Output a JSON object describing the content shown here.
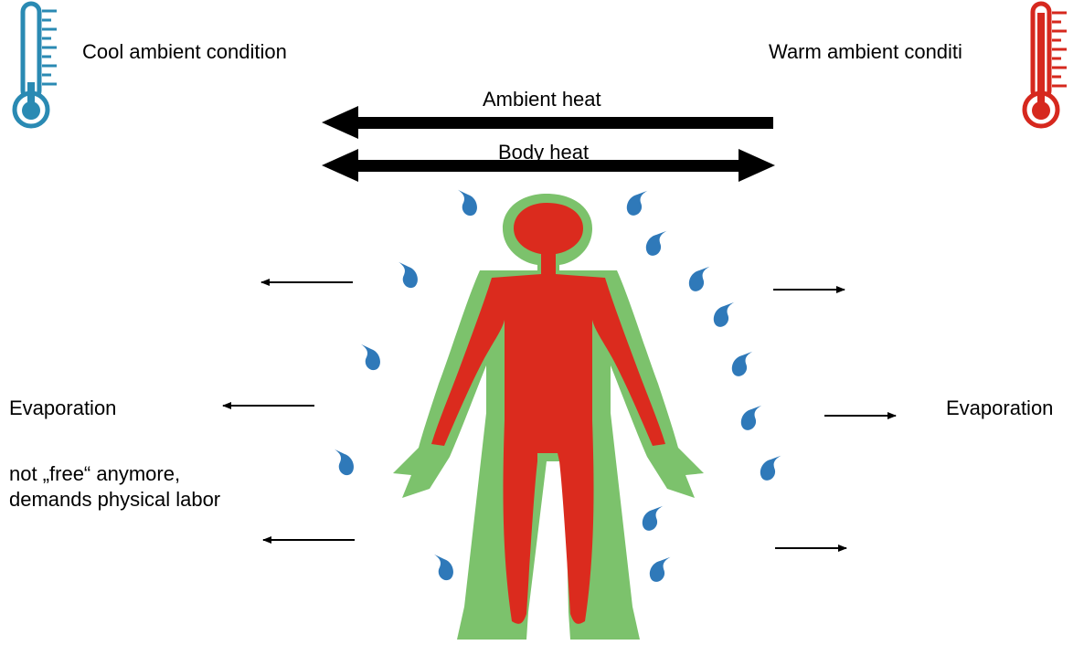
{
  "labels": {
    "cool_ambient": "Cool ambient condition",
    "warm_ambient": "Warm ambient conditi",
    "ambient_heat": "Ambient heat",
    "body_heat": "Body heat",
    "evaporation_left": "Evaporation",
    "evaporation_right": "Evaporation",
    "evaporation_note": "not „free“ anymore, demands physical labor"
  },
  "icons": {
    "cool_thermometer": "thermometer-icon",
    "warm_thermometer": "thermometer-icon",
    "droplet": "sweat-drop-icon",
    "body": "human-body-icon"
  },
  "colors": {
    "cool": "#2a8ab3",
    "warm": "#d6281e",
    "body_outline": "#7cc26c",
    "body_core": "#db2b1e",
    "drop": "#2f79b9",
    "arrow": "#000000"
  }
}
